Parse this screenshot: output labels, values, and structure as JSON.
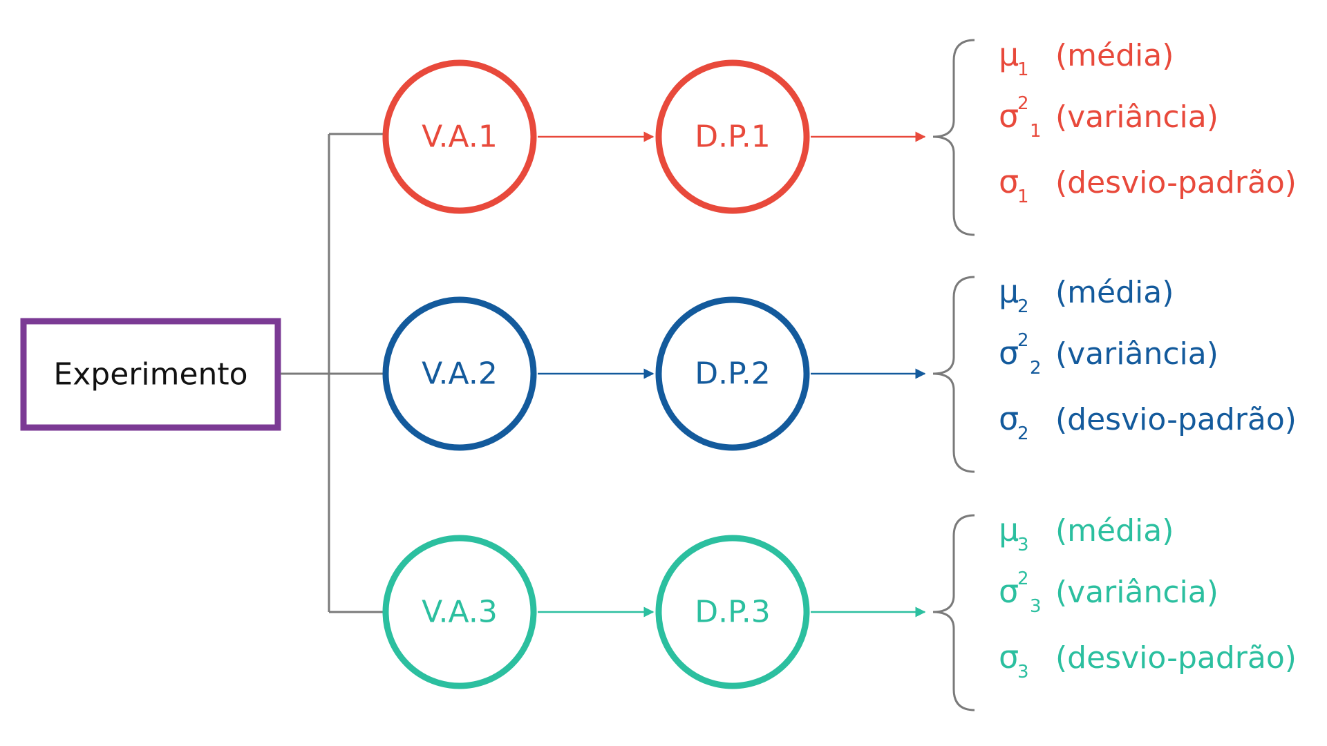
{
  "experiment": {
    "label": "Experimento",
    "border_color": "#7b3a94"
  },
  "connector_color": "#7a7a7a",
  "rows": [
    {
      "color": "#e8493b",
      "va_label": "V.A.1",
      "dp_label": "D.P.1",
      "stats": [
        {
          "symbol": "μ",
          "sup": "",
          "sub": "1",
          "desc": "(média)"
        },
        {
          "symbol": "σ",
          "sup": "2",
          "sub": "1",
          "desc": "(variância)"
        },
        {
          "symbol": "σ",
          "sup": "",
          "sub": "1",
          "desc": "(desvio-padrão)"
        }
      ]
    },
    {
      "color": "#135a9c",
      "va_label": "V.A.2",
      "dp_label": "D.P.2",
      "stats": [
        {
          "symbol": "μ",
          "sup": "",
          "sub": "2",
          "desc": "(média)"
        },
        {
          "symbol": "σ",
          "sup": "2",
          "sub": "2",
          "desc": "(variância)"
        },
        {
          "symbol": "σ",
          "sup": "",
          "sub": "2",
          "desc": "(desvio-padrão)"
        }
      ]
    },
    {
      "color": "#2bbf9f",
      "va_label": "V.A.3",
      "dp_label": "D.P.3",
      "stats": [
        {
          "symbol": "μ",
          "sup": "",
          "sub": "3",
          "desc": "(média)"
        },
        {
          "symbol": "σ",
          "sup": "2",
          "sub": "3",
          "desc": "(variância)"
        },
        {
          "symbol": "σ",
          "sup": "",
          "sub": "3",
          "desc": "(desvio-padrão)"
        }
      ]
    }
  ]
}
